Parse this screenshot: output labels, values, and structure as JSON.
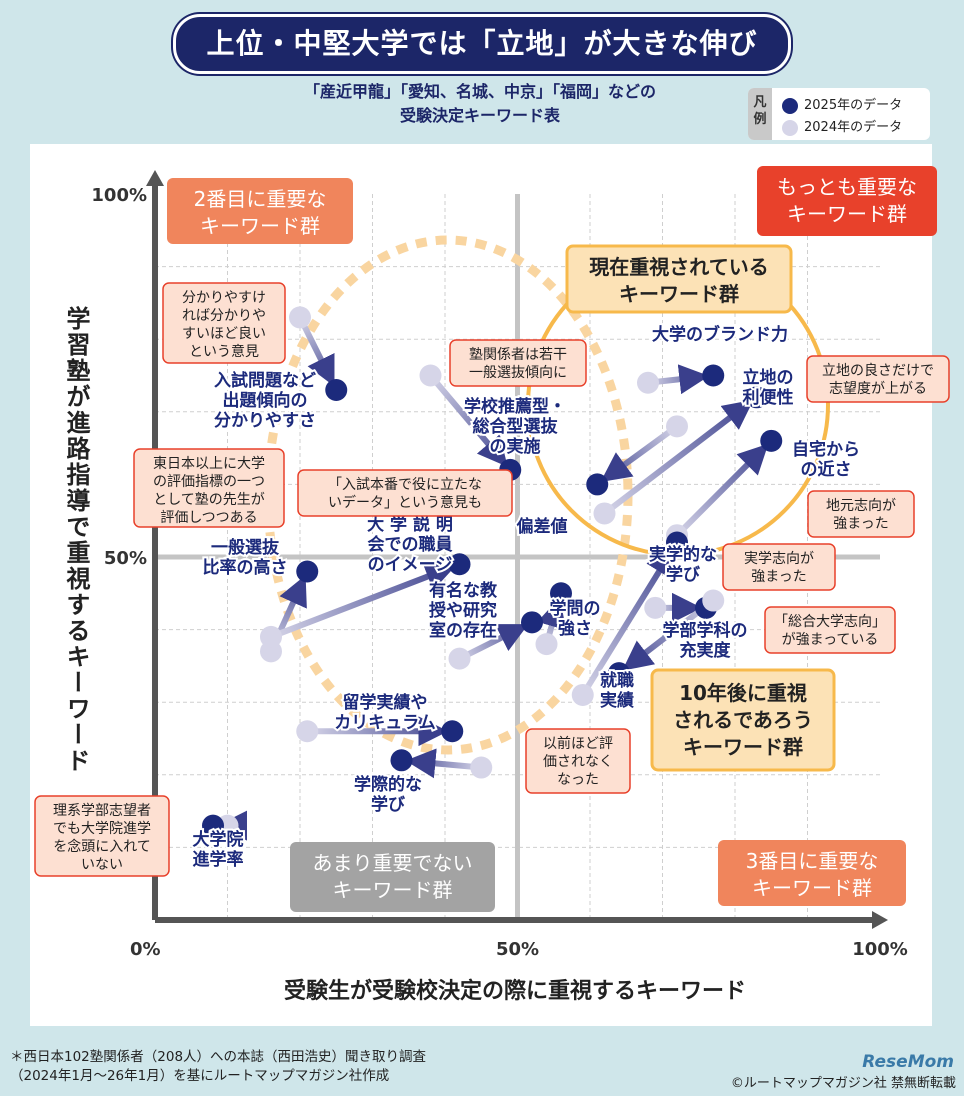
{
  "title": "上位・中堅大学では「立地」が大きな伸び",
  "subtitle": [
    "「産近甲龍」「愛知、名城、中京」「福岡」などの",
    "受験決定キーワード表"
  ],
  "legend": {
    "head": "凡例",
    "items": [
      {
        "label": "2025年のデータ",
        "color": "#1c2a7c"
      },
      {
        "label": "2024年のデータ",
        "color": "#d6d5e8"
      }
    ]
  },
  "footnote": [
    "＊西日本102塾関係者（208人）への本誌（西田浩史）聞き取り調査",
    "（2024年1月〜26年1月）を基にルートマップマガジン社作成"
  ],
  "credit": "©ルートマップマガジン社 禁無断転載",
  "logo": "ReseMom",
  "colors": {
    "dark": "#1c2a7c",
    "light": "#d6d5e8",
    "orange": "#f0855c",
    "red": "#e8412b",
    "gray": "#a3a3a3",
    "yellow": "#f7b94b"
  },
  "chart_data": {
    "type": "scatter",
    "xlabel": "受験生が受験校決定の際に重視するキーワード",
    "ylabel": "学習塾が進路指導で重視するキーワード",
    "xlim": [
      0,
      100
    ],
    "ylim": [
      0,
      100
    ],
    "x_ticks": [
      "0%",
      "50%",
      "100%"
    ],
    "y_ticks": [
      "100%",
      "50%"
    ],
    "grid": true,
    "series": [
      {
        "name": "2025年のデータ"
      },
      {
        "name": "2024年のデータ"
      }
    ],
    "points": [
      {
        "label": "入試問題など出題傾向の分かりやすさ",
        "x2024": 20,
        "y2024": 83,
        "x2025": 25,
        "y2025": 73
      },
      {
        "label": "学校推薦型・総合型選抜の実施",
        "x2024": 38,
        "y2024": 75,
        "x2025": 49,
        "y2025": 62
      },
      {
        "label": "大学のブランド力",
        "x2024": 68,
        "y2024": 74,
        "x2025": 77,
        "y2025": 75
      },
      {
        "label": "立地の利便性",
        "x2024": 62,
        "y2024": 56,
        "x2025": 83,
        "y2025": 72
      },
      {
        "label": "自宅からの近さ",
        "x2024": 72,
        "y2024": 53,
        "x2025": 85,
        "y2025": 66
      },
      {
        "label": "偏差値",
        "x2024": 72,
        "y2024": 68,
        "x2025": 61,
        "y2025": 60
      },
      {
        "label": "一般選抜比率の高さ",
        "x2024": 16,
        "y2024": 37,
        "x2025": 21,
        "y2025": 48
      },
      {
        "label": "大学説明会での職員のイメージ",
        "x2024": 16,
        "y2024": 39,
        "x2025": 42,
        "y2025": 49
      },
      {
        "label": "有名な教授や研究室の存在",
        "x2024": 42,
        "y2024": 36,
        "x2025": 52,
        "y2025": 41
      },
      {
        "label": "学問の強さ",
        "x2024": 54,
        "y2024": 38,
        "x2025": 56,
        "y2025": 45
      },
      {
        "label": "実学的な学び",
        "x2024": 59,
        "y2024": 31,
        "x2025": 72,
        "y2025": 52
      },
      {
        "label": "学部学科の充実度",
        "x2024": 69,
        "y2024": 43,
        "x2025": 76,
        "y2025": 43
      },
      {
        "label": "就職実績",
        "x2024": 77,
        "y2024": 44,
        "x2025": 64,
        "y2025": 34
      },
      {
        "label": "留学実績やカリキュラム",
        "x2024": 21,
        "y2024": 26,
        "x2025": 41,
        "y2025": 26
      },
      {
        "label": "学際的な学び",
        "x2024": 45,
        "y2024": 21,
        "x2025": 34,
        "y2025": 22
      },
      {
        "label": "大学院進学率",
        "x2024": 10,
        "y2024": 13,
        "x2025": 8,
        "y2025": 13
      }
    ],
    "point_labels": [
      {
        "lines": [
          "入試問題など",
          "出題傾向の",
          "分かりやすさ"
        ],
        "anchor": 0
      },
      {
        "lines": [
          "学校推薦型・",
          "総合型選抜",
          "の実施"
        ],
        "anchor": 1
      },
      {
        "lines": [
          "大学のブランド力"
        ],
        "anchor": 2
      },
      {
        "lines": [
          "立地の",
          "利便性"
        ],
        "anchor": 3
      },
      {
        "lines": [
          "自宅から",
          "の近さ"
        ],
        "anchor": 4
      },
      {
        "lines": [
          "偏差値"
        ],
        "anchor": 5
      },
      {
        "lines": [
          "一般選抜",
          "比率の高さ"
        ],
        "anchor": 6
      },
      {
        "lines": [
          "大 学 説 明",
          "会での職員",
          "のイメージ"
        ],
        "anchor": 7
      },
      {
        "lines": [
          "有名な教",
          "授や研究",
          "室の存在"
        ],
        "anchor": 8
      },
      {
        "lines": [
          "学問の",
          "強さ"
        ],
        "anchor": 9
      },
      {
        "lines": [
          "実学的な",
          "学び"
        ],
        "anchor": 10
      },
      {
        "lines": [
          "学部学科の",
          "充実度"
        ],
        "anchor": 11
      },
      {
        "lines": [
          "就職",
          "実績"
        ],
        "anchor": 12
      },
      {
        "lines": [
          "留学実績や",
          "カリキュラム"
        ],
        "anchor": 13
      },
      {
        "lines": [
          "学際的な",
          "学び"
        ],
        "anchor": 14
      },
      {
        "lines": [
          "大学院",
          "進学率"
        ],
        "anchor": 15
      }
    ],
    "quadrant_labels": [
      {
        "lines": [
          "2番目に重要な",
          "キーワード群"
        ],
        "color": "#f0855c"
      },
      {
        "lines": [
          "もっとも重要な",
          "キーワード群"
        ],
        "color": "#e8412b"
      },
      {
        "lines": [
          "あまり重要でない",
          "キーワード群"
        ],
        "color": "#a3a3a3"
      },
      {
        "lines": [
          "3番目に重要な",
          "キーワード群"
        ],
        "color": "#f0855c"
      }
    ],
    "group_labels": [
      {
        "lines": [
          "現在重視されている",
          "キーワード群"
        ]
      },
      {
        "lines": [
          "10年後に重視",
          "されるであろう",
          "キーワード群"
        ]
      }
    ],
    "annotations": [
      {
        "lines": [
          "分かりやすけ",
          "れば分かりや",
          "すいほど良い",
          "という意見"
        ]
      },
      {
        "lines": [
          "塾関係者は若干",
          "一般選抜傾向に"
        ]
      },
      {
        "lines": [
          "立地の良さだけで",
          "志望度が上がる"
        ]
      },
      {
        "lines": [
          "東日本以上に大学",
          "の評価指標の一つ",
          "として塾の先生が",
          "評価しつつある"
        ]
      },
      {
        "lines": [
          "「入試本番で役に立たな",
          "いデータ」という意見も"
        ]
      },
      {
        "lines": [
          "地元志向が",
          "強まった"
        ]
      },
      {
        "lines": [
          "実学志向が",
          "強まった"
        ]
      },
      {
        "lines": [
          "「総合大学志向」",
          "が強まっている"
        ]
      },
      {
        "lines": [
          "以前ほど評",
          "価されなく",
          "なった"
        ]
      },
      {
        "lines": [
          "理系学部志望者",
          "でも大学院進学",
          "を念頭に入れて",
          "いない"
        ]
      }
    ]
  }
}
